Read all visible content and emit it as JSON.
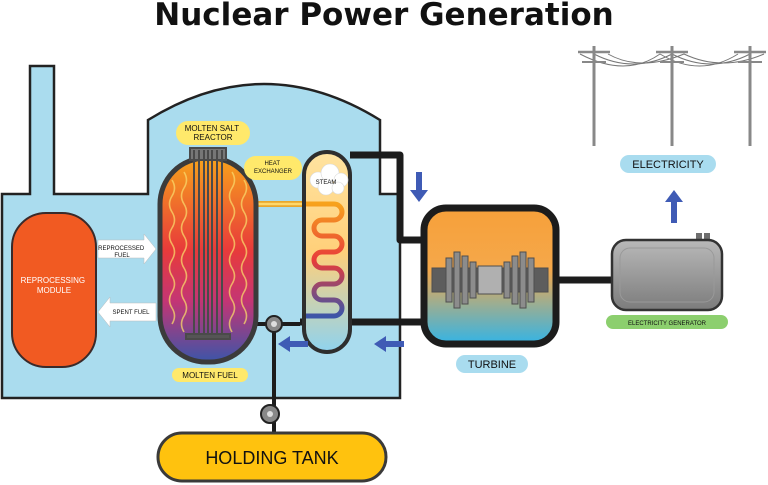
{
  "title": "Nuclear Power Generation",
  "labels": {
    "molten_salt_reactor_line1": "MOLTEN SALT",
    "molten_salt_reactor_line2": "REACTOR",
    "heat_exchanger_line1": "HEAT",
    "heat_exchanger_line2": "EXCHANGER",
    "steam": "STEAM",
    "reprocessed_fuel_line1": "REPROCESSED",
    "reprocessed_fuel_line2": "FUEL",
    "spent_fuel": "SPENT FUEL",
    "reprocessing_module_line1": "REPROCESSING",
    "reprocessing_module_line2": "MODULE",
    "molten_fuel": "MOLTEN FUEL",
    "turbine": "TURBINE",
    "electricity": "ELECTRICITY",
    "electricity_generator": "ELECTRICITY GENERATOR",
    "holding_tank": "HOLDING TANK"
  },
  "colors": {
    "building": "#aadcee",
    "outline": "#222222",
    "label_yellow": "#ffe96b",
    "label_blue": "#a9dcef",
    "label_green": "#8ccf6e",
    "holding_tank": "#ffc20e",
    "reprocessing_module": "#f15a22",
    "arrow_blue": "#3f5bb5"
  }
}
